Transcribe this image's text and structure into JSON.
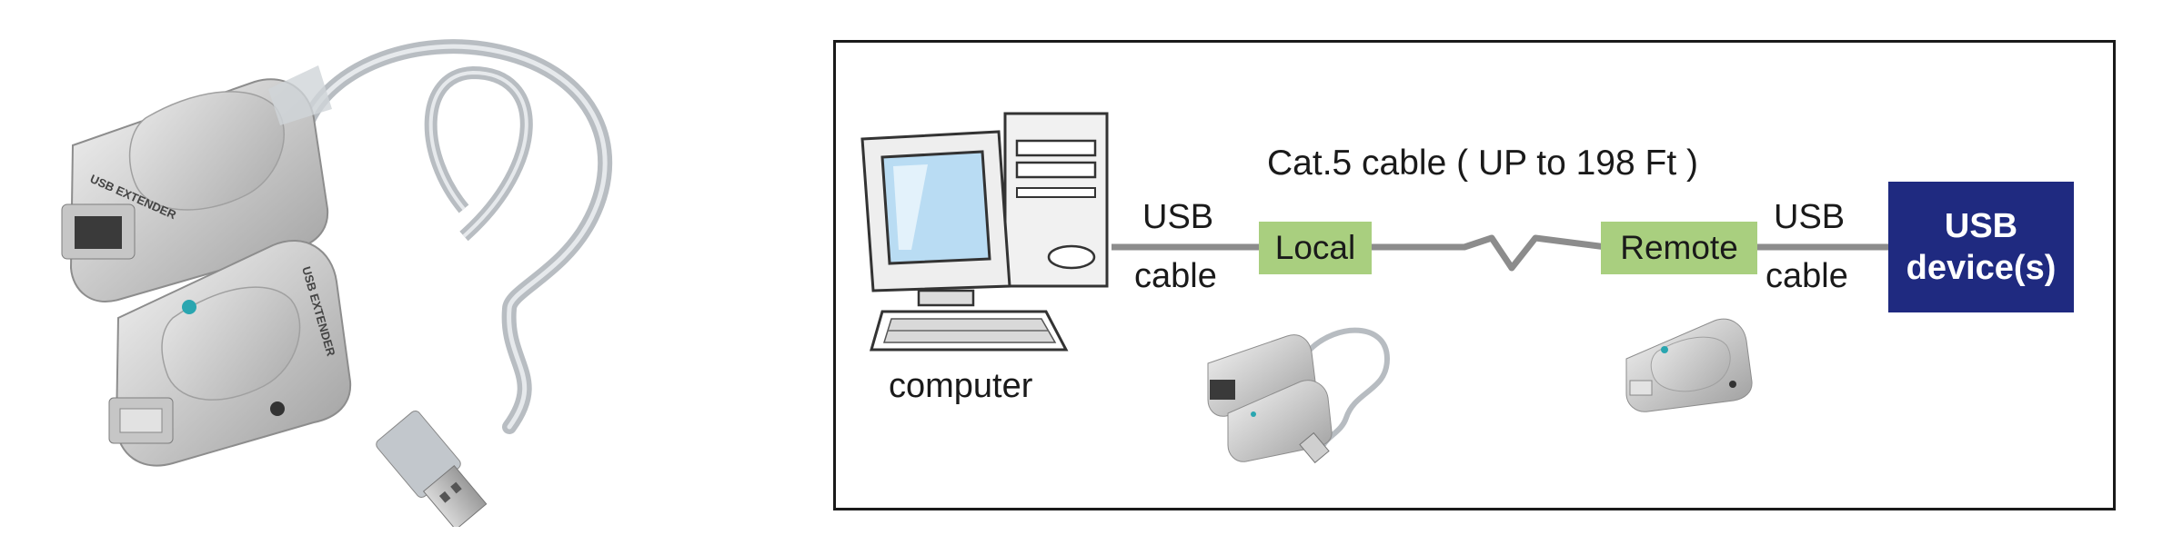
{
  "diagram": {
    "computer_label": "computer",
    "cat5_label": "Cat.5 cable ( UP to 198 Ft )",
    "usb_cable_left": {
      "line1": "USB",
      "line2": "cable"
    },
    "usb_cable_right": {
      "line1": "USB",
      "line2": "cable"
    },
    "local_label": "Local",
    "remote_label": "Remote",
    "device_label_line1": "USB",
    "device_label_line2": "device(s)"
  },
  "photo": {
    "unit_text": "USB EXTENDER"
  },
  "colors": {
    "green_box": "#a9cf7f",
    "device_box": "#1f2a80",
    "cable": "#8c8c8c",
    "frame": "#1a1a1a"
  }
}
